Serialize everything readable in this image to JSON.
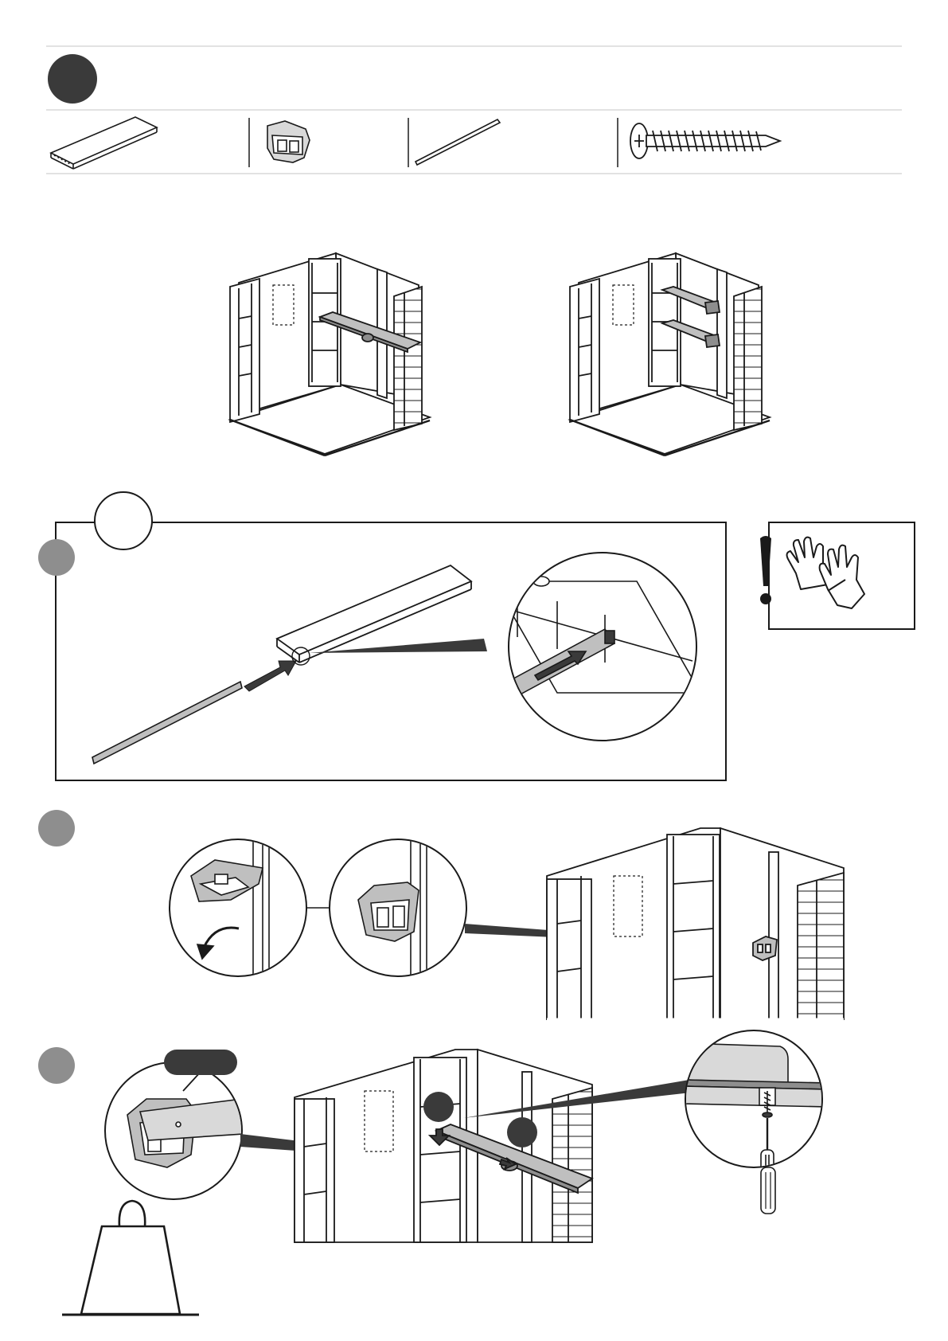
{
  "page": {
    "kind": "assembly-instruction-sheet",
    "step_badge_label": "",
    "substep_circle_label": ""
  },
  "parts_row": [
    {
      "name": "shelf-panel",
      "quantity": ""
    },
    {
      "name": "shelf-bracket",
      "quantity": ""
    },
    {
      "name": "reinforcement-rod",
      "quantity": ""
    },
    {
      "name": "screw",
      "quantity": ""
    }
  ],
  "overview": {
    "views": [
      "single-shelf-installed",
      "two-shelves-installed"
    ]
  },
  "substeps": [
    {
      "badge_label": "",
      "action": "slide-rod-into-shelf"
    },
    {
      "badge_label": "",
      "action": "attach-bracket-to-wall"
    },
    {
      "badge_label": "",
      "action": "place-shelf-and-screw"
    }
  ],
  "callout_pill_label": "",
  "step3_markers": [
    "",
    ""
  ],
  "warning": {
    "icons": [
      "exclamation-icon",
      "gloves-icon"
    ]
  },
  "load_icon": "weight-icon",
  "colors": {
    "ink": "#1a1a1a",
    "step_badge": "#3a3a3a",
    "substep_badge": "#8e8e8e",
    "part_fill": "#bfbfbf",
    "shade": "#d9d9d9"
  }
}
